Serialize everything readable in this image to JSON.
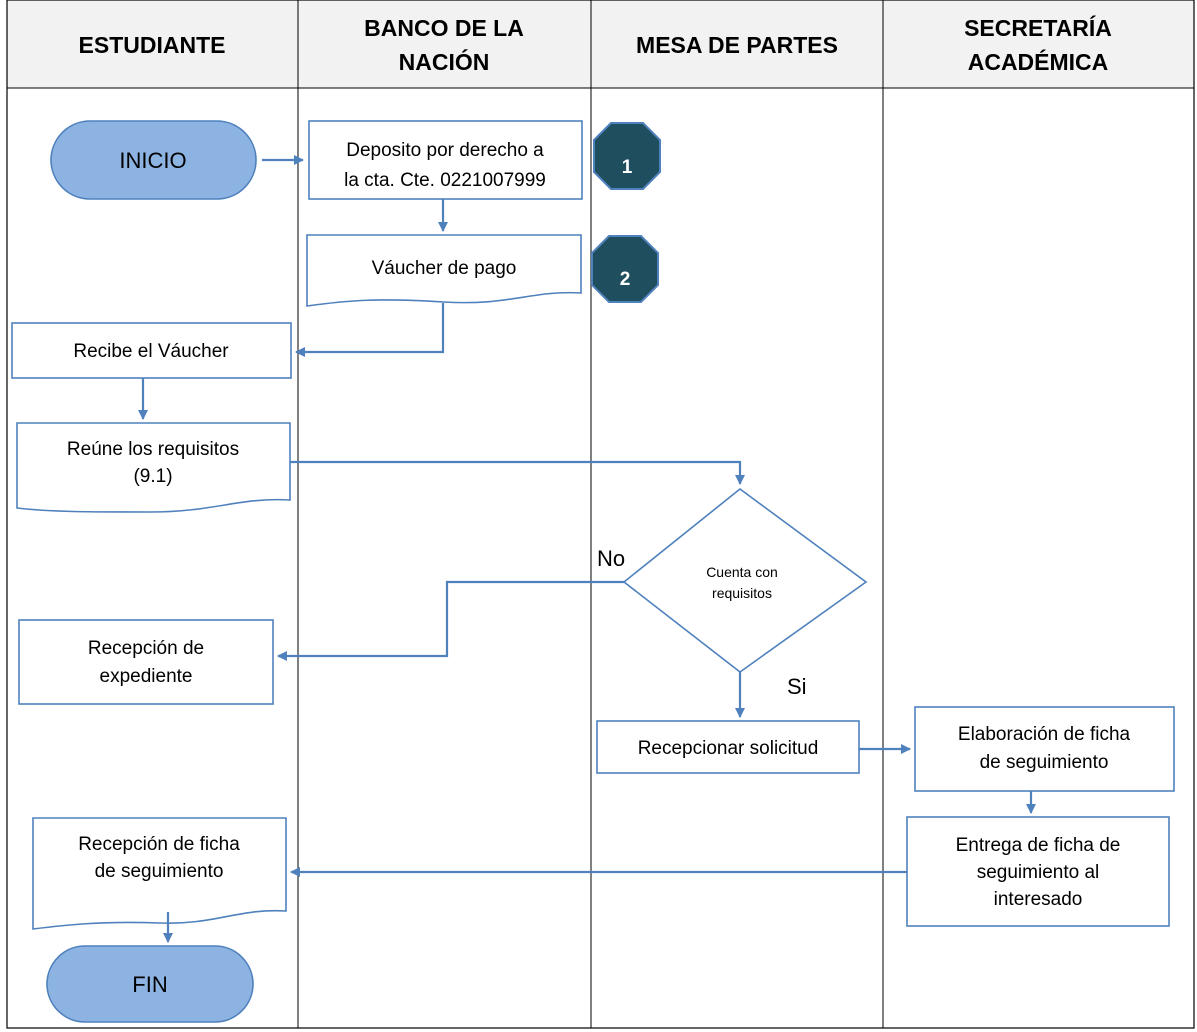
{
  "lanes": [
    "ESTUDIANTE",
    [
      "BANCO DE LA",
      "NACIÓN"
    ],
    "MESA DE PARTES",
    [
      "SECRETARÍA",
      "ACADÉMICA"
    ]
  ],
  "nodes": {
    "inicio": "INICIO",
    "deposito": [
      "Deposito por derecho a",
      "la cta. Cte. 0221007999"
    ],
    "vaucher": "Váucher de pago",
    "recibe": "Recibe el Váucher",
    "reune": [
      "Reúne los requisitos",
      "(9.1)"
    ],
    "decision": [
      "Cuenta con",
      "requisitos"
    ],
    "recepcion_expediente": [
      "Recepción de",
      "expediente"
    ],
    "recepcionar": "Recepcionar solicitud",
    "elaboracion": [
      "Elaboración de ficha",
      "de seguimiento"
    ],
    "entrega": [
      "Entrega de ficha de",
      "seguimiento al",
      "interesado"
    ],
    "recepcion_ficha": [
      "Recepción de ficha",
      "de seguimiento"
    ],
    "fin": "FIN"
  },
  "labels": {
    "no": "No",
    "si": "Si"
  },
  "badges": [
    "1",
    "2"
  ],
  "colors": {
    "line": "#4f81bd",
    "terminal_fill": "#8db3e2",
    "badge_fill": "#1f4e5f",
    "header_bg": "#f2f2f2"
  }
}
